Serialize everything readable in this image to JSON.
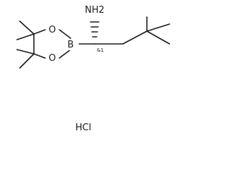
{
  "molecule": {
    "atoms": {
      "nh2": "NH2",
      "boron": "B",
      "oxygen_top": "O",
      "oxygen_bottom": "O",
      "stereo": "&1"
    },
    "salt": "HCl"
  }
}
